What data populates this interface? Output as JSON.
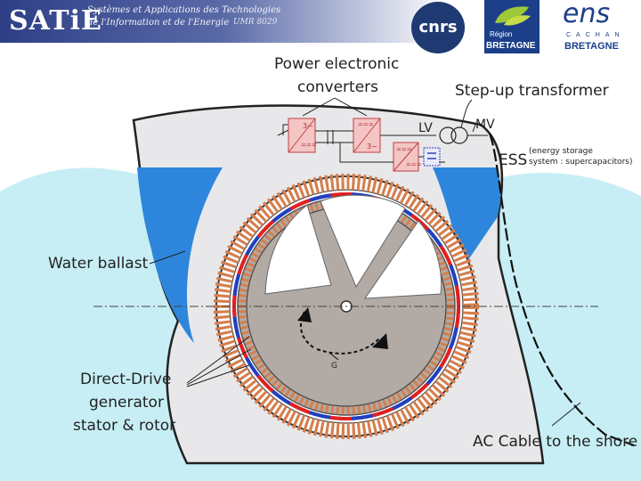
{
  "header": {
    "logo_text": "SATiE",
    "line1": "Systèmes et Applications des Technologies",
    "line2": "de l'Information et de l'Energie",
    "umr": "UMR 8029"
  },
  "logos": {
    "cnrs": "cnrs",
    "bretagne_region": "Région",
    "bretagne_name": "BRETAGNE",
    "ens": "ens",
    "ens_city": "CACHAN",
    "ens_bretagne": "BRETAGNE"
  },
  "labels": {
    "power_electronic_1": "Power electronic",
    "power_electronic_2": "converters",
    "step_up": "Step-up transformer",
    "lv": "LV",
    "mv": "MV",
    "ess": "ESS",
    "ess_note_1": "(energy storage",
    "ess_note_2": "system : supercapacitors)",
    "water_ballast": "Water ballast",
    "dd1": "Direct-Drive",
    "dd2": "generator",
    "dd3": "stator & rotor",
    "ac_cable": "AC Cable to the shore",
    "g": "G",
    "conv1_top": "3~",
    "conv1_bot": "===",
    "conv2_top": "===",
    "conv2_bot": "3~",
    "conv3_top": "===",
    "conv3_bot": "==="
  },
  "colors": {
    "sea": "#c7eef5",
    "ballast": "#2e86dc",
    "hull": "#e8e8ea",
    "stator": "#d57f4e",
    "rotor_red": "#e02020",
    "rotor_blue": "#2040c0",
    "disk": "#b2aaa5",
    "converter": "#e89090"
  }
}
